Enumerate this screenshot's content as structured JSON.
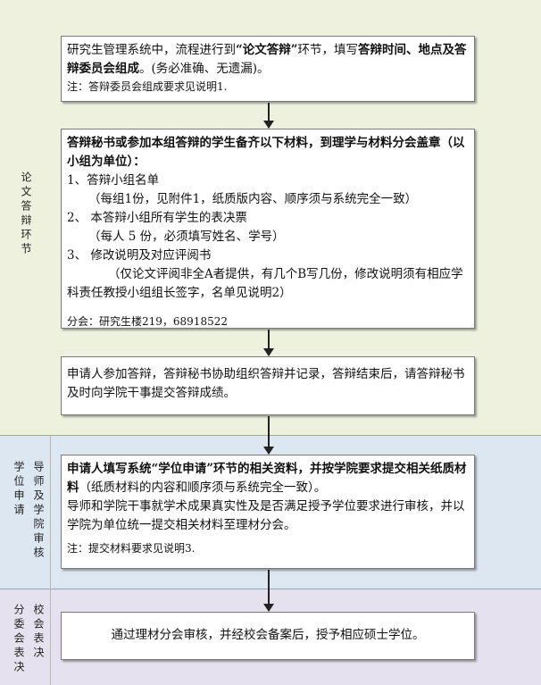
{
  "lanes": {
    "thesis": "论文答辩环节",
    "degree_left": "学位申请",
    "degree_right": "导师及学院审核",
    "committee_left": "分委会表决",
    "committee_right": "校会表决"
  },
  "step1": {
    "line1_pre": "研究生管理系统中，流程进行到",
    "line1_bold": "“论文答辩”",
    "line1_mid": "环节，填写",
    "line1_bold2": "答辩时间、地点及答辩委员会组成",
    "line1_post": "。(务必准确、无遗漏)。",
    "note": "注：答辩委员会组成要求见说明1."
  },
  "step2": {
    "heading": "答辩秘书或参加本组答辩的学生备齐以下材料，到理学与材料分会盖章（以小组为单位）：",
    "item1": "1、答辩小组名单",
    "item1_detail": "（每组1份，见附件1，纸质版内容、顺序须与系统完全一致）",
    "item2": "2、 本答辩小组所有学生的表决票",
    "item2_detail": "（每人 5 份，必须填写姓名、学号）",
    "item3": "3、 修改说明及对应评阅书",
    "item3_detail": "（仅论文评阅非全A者提供，有几个B写几份，修改说明须有相应学科责任教授小组组长签字，名单见说明2）",
    "contact": "分会：研究生楼219，68918522"
  },
  "step3": {
    "text": "申请人参加答辩，答辩秘书协助组织答辩并记录，答辩结束后，请答辩秘书及时向学院干事提交答辩成绩。"
  },
  "step4": {
    "bold": "申请人填写系统“学位申请”环节的相关资料，并按学院要求提交相关纸质材料",
    "normal": "（纸质材料的内容和顺序须与系统完全一致）。",
    "text2": "导师和学院干事就学术成果真实性及是否满足授予学位要求进行审核，并以学院为单位统一提交相关材料至理材分会。",
    "note": "注：提交材料要求见说明3."
  },
  "step5": {
    "text": "通过理材分会审核，并经校会备案后，授予相应硕士学位。"
  }
}
